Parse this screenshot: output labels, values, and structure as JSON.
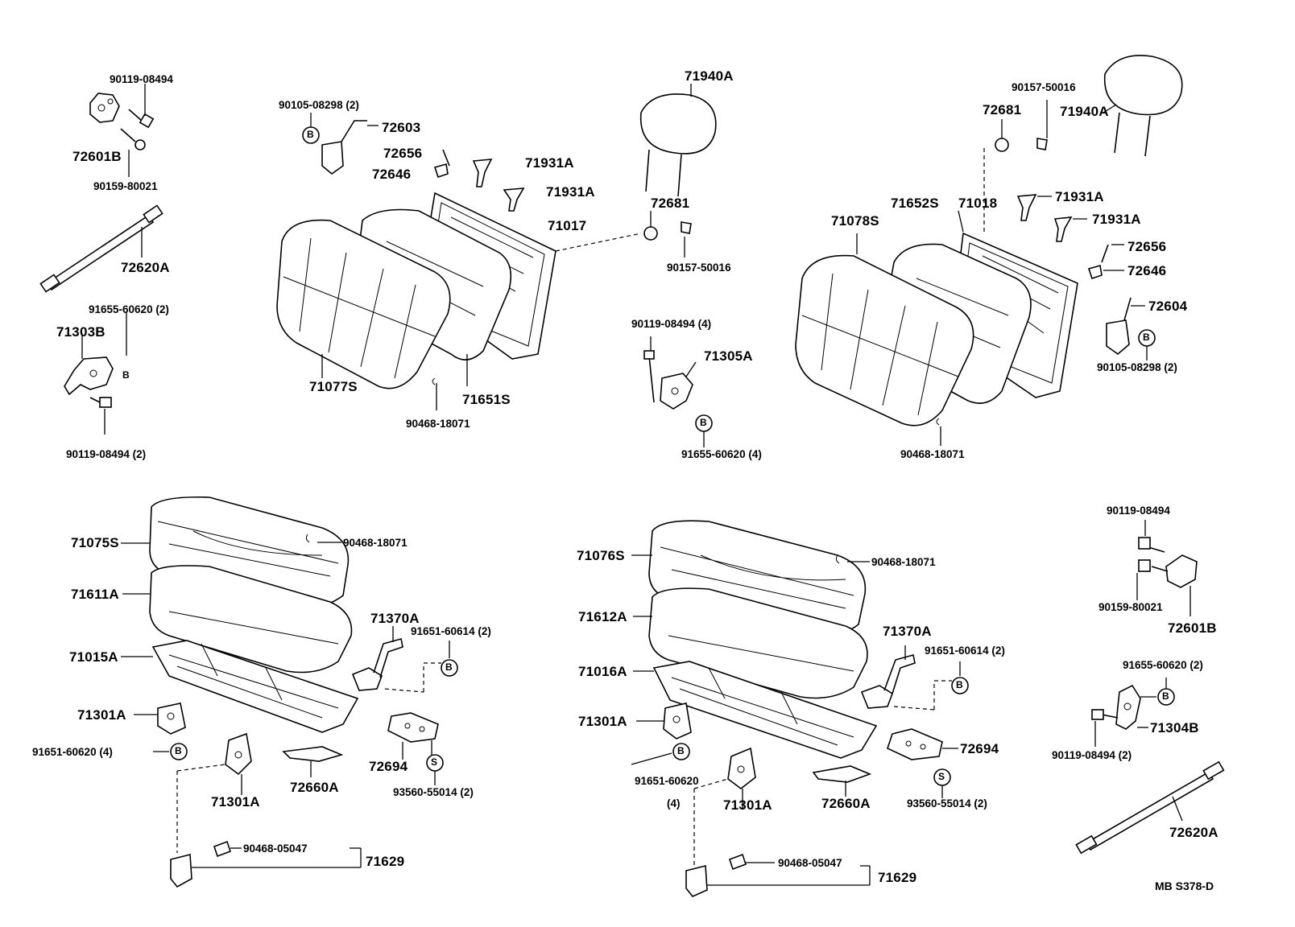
{
  "diagram_code": "MB S378-D",
  "labels": {
    "l1": "90119-08494",
    "l2": "72601B",
    "l3": "90159-80021",
    "l4": "72620A",
    "l5": "91655-60620 (2)",
    "l6": "71303B",
    "l7": "90119-08494 (2)",
    "l8": "90105-08298 (2)",
    "l9": "72603",
    "l10": "72656",
    "l11": "72646",
    "l12": "71931A",
    "l13": "71931A",
    "l14": "71017",
    "l15": "71077S",
    "l16": "71651S",
    "l17": "90468-18071",
    "l18": "71940A",
    "l19": "72681",
    "l20": "90157-50016",
    "l21": "90119-08494 (4)",
    "l22": "71305A",
    "l23": "91655-60620 (4)",
    "l24": "90157-50016",
    "l25": "72681",
    "l26": "71940A",
    "l27": "71078S",
    "l28": "71652S",
    "l29": "71018",
    "l30": "71931A",
    "l31": "71931A",
    "l32": "72656",
    "l33": "72646",
    "l34": "72604",
    "l35": "90105-08298 (2)",
    "l36": "90468-18071",
    "l37": "71075S",
    "l38": "90468-18071",
    "l39": "71611A",
    "l40": "71370A",
    "l41": "91651-60614 (2)",
    "l42": "71015A",
    "l43": "71301A",
    "l44": "91651-60620 (4)",
    "l45": "72694",
    "l46": "72660A",
    "l47": "71301A",
    "l48": "93560-55014 (2)",
    "l49": "90468-05047",
    "l50": "71629",
    "l51": "71076S",
    "l52": "90468-18071",
    "l53": "71612A",
    "l54": "71370A",
    "l55": "91651-60614 (2)",
    "l56": "71016A",
    "l57": "71301A",
    "l58": "91651-60620",
    "l59": "(4)",
    "l60": "71301A",
    "l61": "72660A",
    "l62": "72694",
    "l63": "93560-55014 (2)",
    "l64": "90468-05047",
    "l65": "71629",
    "l66": "90119-08494",
    "l67": "90159-80021",
    "l68": "72601B",
    "l69": "91655-60620 (2)",
    "l70": "71304B",
    "l71": "90119-08494 (2)",
    "l72": "72620A"
  },
  "callouts": {
    "b": "B",
    "s": "S"
  }
}
